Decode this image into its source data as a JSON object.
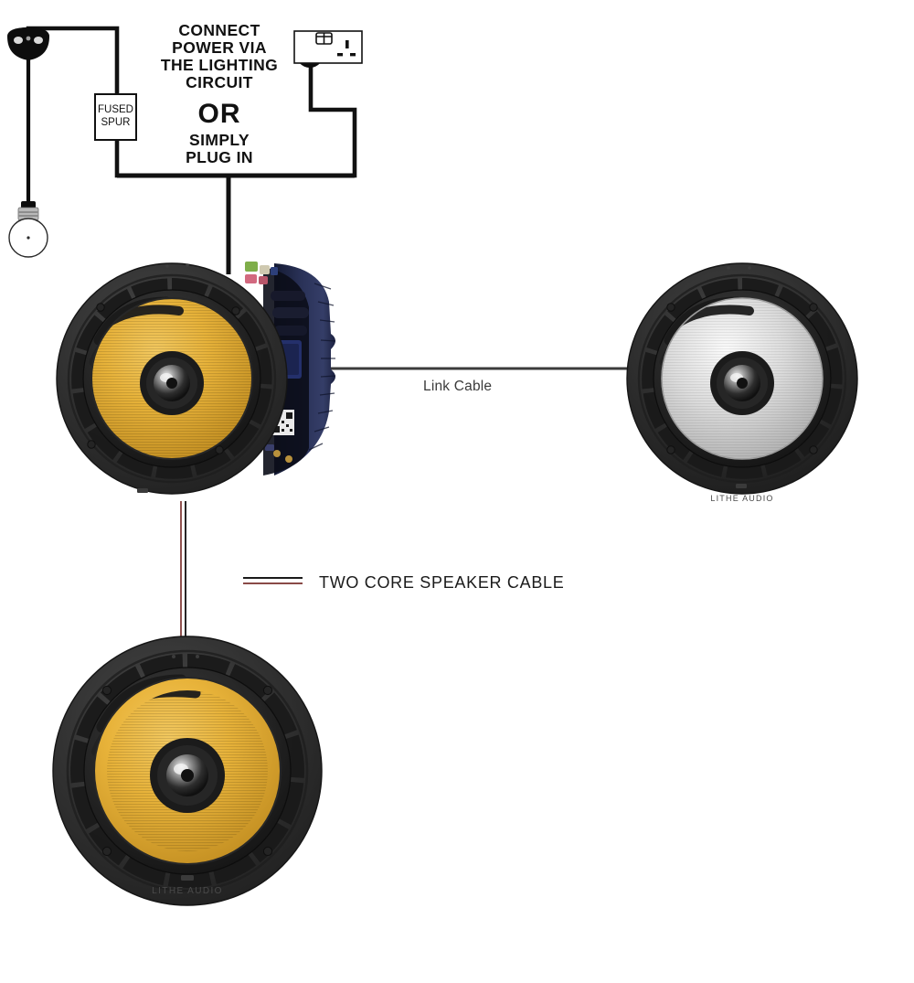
{
  "diagram": {
    "title": "Lithe Audio ceiling speaker wiring diagram",
    "background_color": "#ffffff"
  },
  "instructions": {
    "line1": "CONNECT",
    "line2": "POWER VIA",
    "line3": "THE LIGHTING",
    "line4": "CIRCUIT",
    "or": "OR",
    "line5": "SIMPLY",
    "line6": "PLUG IN"
  },
  "fused_spur": {
    "line1": "FUSED",
    "line2": "SPUR"
  },
  "labels": {
    "link_cable": "Link Cable",
    "two_core_speaker_cable": "TWO CORE SPEAKER CABLE"
  },
  "legend": {
    "swatch_core_1_color": "#1a1a1a",
    "swatch_core_2_color": "#8a4a47",
    "swatch_label": "TWO CORE SPEAKER CABLE"
  },
  "components": {
    "pendant_light": {
      "name": "pendant-light",
      "rose_color": "#0d0d0d",
      "holder_color": "#b9b9b9",
      "bulb_color": "#ffffff"
    },
    "wall_socket": {
      "name": "uk-wall-socket",
      "plug_color": "#0d0d0d",
      "body_color": "#ffffff",
      "border_color": "#111111"
    },
    "speaker_master": {
      "name": "master-speaker-with-amplifier",
      "cone_color": "#e8b33a",
      "bezel_color": "#2b2b2b",
      "electronics_color": "#2a3254",
      "branding": "LITHE AUDIO"
    },
    "speaker_link": {
      "name": "slave-speaker-link-cable",
      "cone_color": "#d8d8d8",
      "bezel_color": "#2b2b2b",
      "branding": "LITHE AUDIO"
    },
    "speaker_two_core": {
      "name": "slave-speaker-two-core",
      "cone_color": "#e8b33a",
      "bezel_color": "#2b2b2b",
      "branding": "LITHE AUDIO"
    }
  },
  "wiring": {
    "power_cable_color": "#111111",
    "link_cable_color": "#3b3b3b",
    "speaker_cable_core1_color": "#1a1a1a",
    "speaker_cable_core2_color": "#8a4a47"
  }
}
